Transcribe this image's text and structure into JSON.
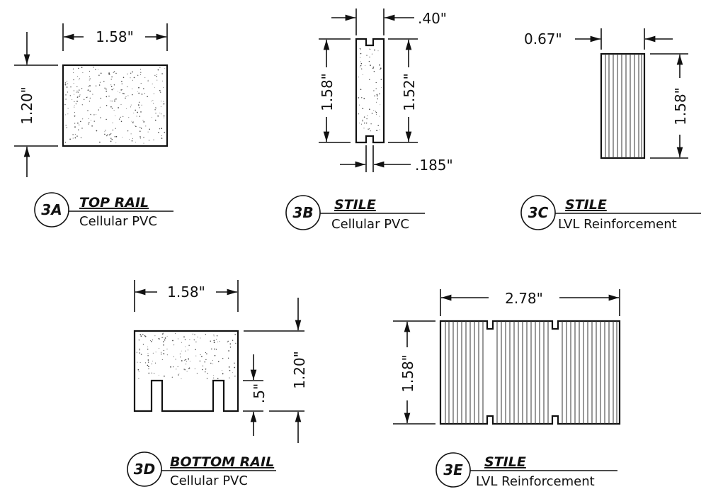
{
  "details": [
    {
      "key": "3a",
      "tag": "3A",
      "title": "TOP RAIL",
      "subtitle": "Cellular PVC",
      "dims": {
        "width": "1.58\"",
        "height": "1.20\""
      }
    },
    {
      "key": "3b",
      "tag": "3B",
      "title": "STILE",
      "subtitle": "Cellular PVC",
      "dims": {
        "top": ".40\"",
        "bottom": ".185\"",
        "left": "1.58\"",
        "right": "1.52\""
      }
    },
    {
      "key": "3c",
      "tag": "3C",
      "title": "STILE",
      "subtitle": "LVL Reinforcement",
      "dims": {
        "width": "0.67\"",
        "height": "1.58\""
      }
    },
    {
      "key": "3d",
      "tag": "3D",
      "title": "BOTTOM RAIL",
      "subtitle": "Cellular PVC",
      "dims": {
        "width": "1.58\"",
        "height": "1.20\"",
        "slot": ".5\""
      }
    },
    {
      "key": "3e",
      "tag": "3E",
      "title": "STILE",
      "subtitle": "LVL Reinforcement",
      "dims": {
        "width": "2.78\"",
        "height": "1.58\""
      }
    }
  ],
  "colors": {
    "ink": "#111111",
    "paper": "#ffffff"
  }
}
